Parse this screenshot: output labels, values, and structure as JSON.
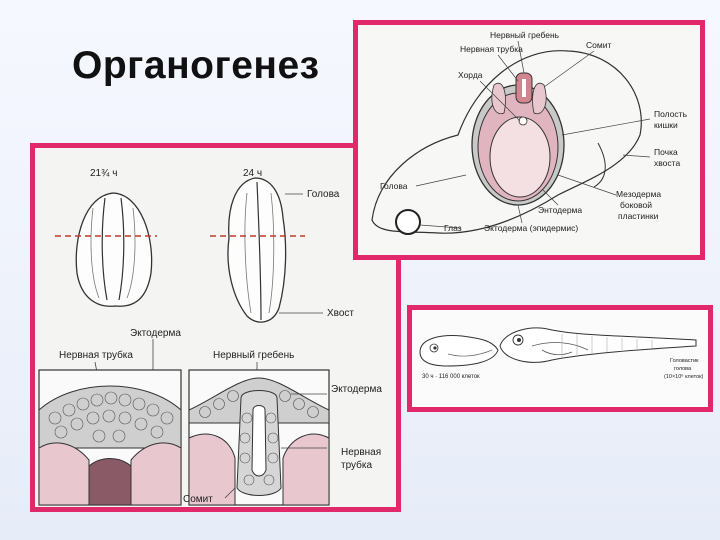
{
  "slide": {
    "title": "Органогенез"
  },
  "left_panel": {
    "stage_1": "21¾ ч",
    "stage_2": "24 ч",
    "head": "Голова",
    "tail": "Хвост",
    "ectoderm_top": "Эктодерма",
    "neural_tube_left": "Нервная трубка",
    "neural_crest": "Нервный гребень",
    "ectoderm_right": "Эктодерма",
    "neural_tube_right_1": "Нервная",
    "neural_tube_right_2": "трубка",
    "somite": "Сомит"
  },
  "top_panel": {
    "neural_crest": "Нервный гребень",
    "neural_tube": "Нервная трубка",
    "somite": "Сомит",
    "notochord": "Хорда",
    "body_cavity_1": "Полость",
    "body_cavity_2": "кишки",
    "tail_bud_1": "Почка",
    "tail_bud_2": "хвоста",
    "head": "Голова",
    "lateral_mesoderm_1": "Мезодерма",
    "lateral_mesoderm_2": "боковой",
    "lateral_mesoderm_3": "пластинки",
    "endoderm": "Энтодерма",
    "eye": "Глаз",
    "ectoderm": "Эктодерма (эпидермис)"
  },
  "bottom_panel": {
    "caption_left": "30 ч · 116 000 клеток",
    "caption_right_1": "Головастик",
    "caption_right_2": "голова",
    "caption_right_3": "(10×10⁶ клеток)"
  }
}
